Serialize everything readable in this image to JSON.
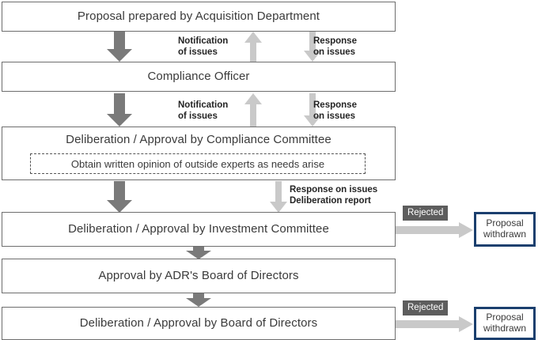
{
  "diagram": {
    "title": "Proposal approval and compliance review flow",
    "colors": {
      "box_border": "#6e6e6e",
      "dashed_border": "#555555",
      "terminal_border": "#1b3f6e",
      "arrow_dark": "#7a7a7a",
      "arrow_light": "#c9c9c9",
      "badge_bg": "#5d5d5d",
      "text": "#3a3a3a",
      "label_text": "#242424",
      "background": "#ffffff"
    }
  },
  "steps": [
    {
      "id": "proposal",
      "label": "Proposal prepared by Acquisition Department"
    },
    {
      "id": "compliance-officer",
      "label": "Compliance Officer"
    },
    {
      "id": "compliance-committee",
      "label": "Deliberation / Approval by Compliance Committee"
    },
    {
      "id": "investment-committee",
      "label": "Deliberation / Approval by Investment Committee"
    },
    {
      "id": "adr-board",
      "label": "Approval by ADR's Board of Directors"
    },
    {
      "id": "board-of-directors",
      "label": "Deliberation / Approval by Board of Directors"
    }
  ],
  "note": {
    "id": "outside-experts-note",
    "label": "Obtain written opinion of outside experts as needs arise"
  },
  "edge_labels": [
    {
      "id": "notification-1",
      "line1": "Notification",
      "line2": "of issues"
    },
    {
      "id": "response-1",
      "line1": "Response",
      "line2": "on issues"
    },
    {
      "id": "notification-2",
      "line1": "Notification",
      "line2": "of issues"
    },
    {
      "id": "response-2",
      "line1": "Response",
      "line2": "on issues"
    },
    {
      "id": "response-deliberation",
      "line1": "Response on issues",
      "line2": "Deliberation report"
    }
  ],
  "rejections": [
    {
      "id": "rejected-investment",
      "badge": "Rejected",
      "outcome_line1": "Proposal",
      "outcome_line2": "withdrawn"
    },
    {
      "id": "rejected-board",
      "badge": "Rejected",
      "outcome_line1": "Proposal",
      "outcome_line2": "withdrawn"
    }
  ],
  "arrows": {
    "down_dark_icon": "arrow-down-icon",
    "up_light_icon": "arrow-up-icon",
    "down_light_icon": "arrow-down-icon",
    "right_light_icon": "arrow-right-icon"
  }
}
